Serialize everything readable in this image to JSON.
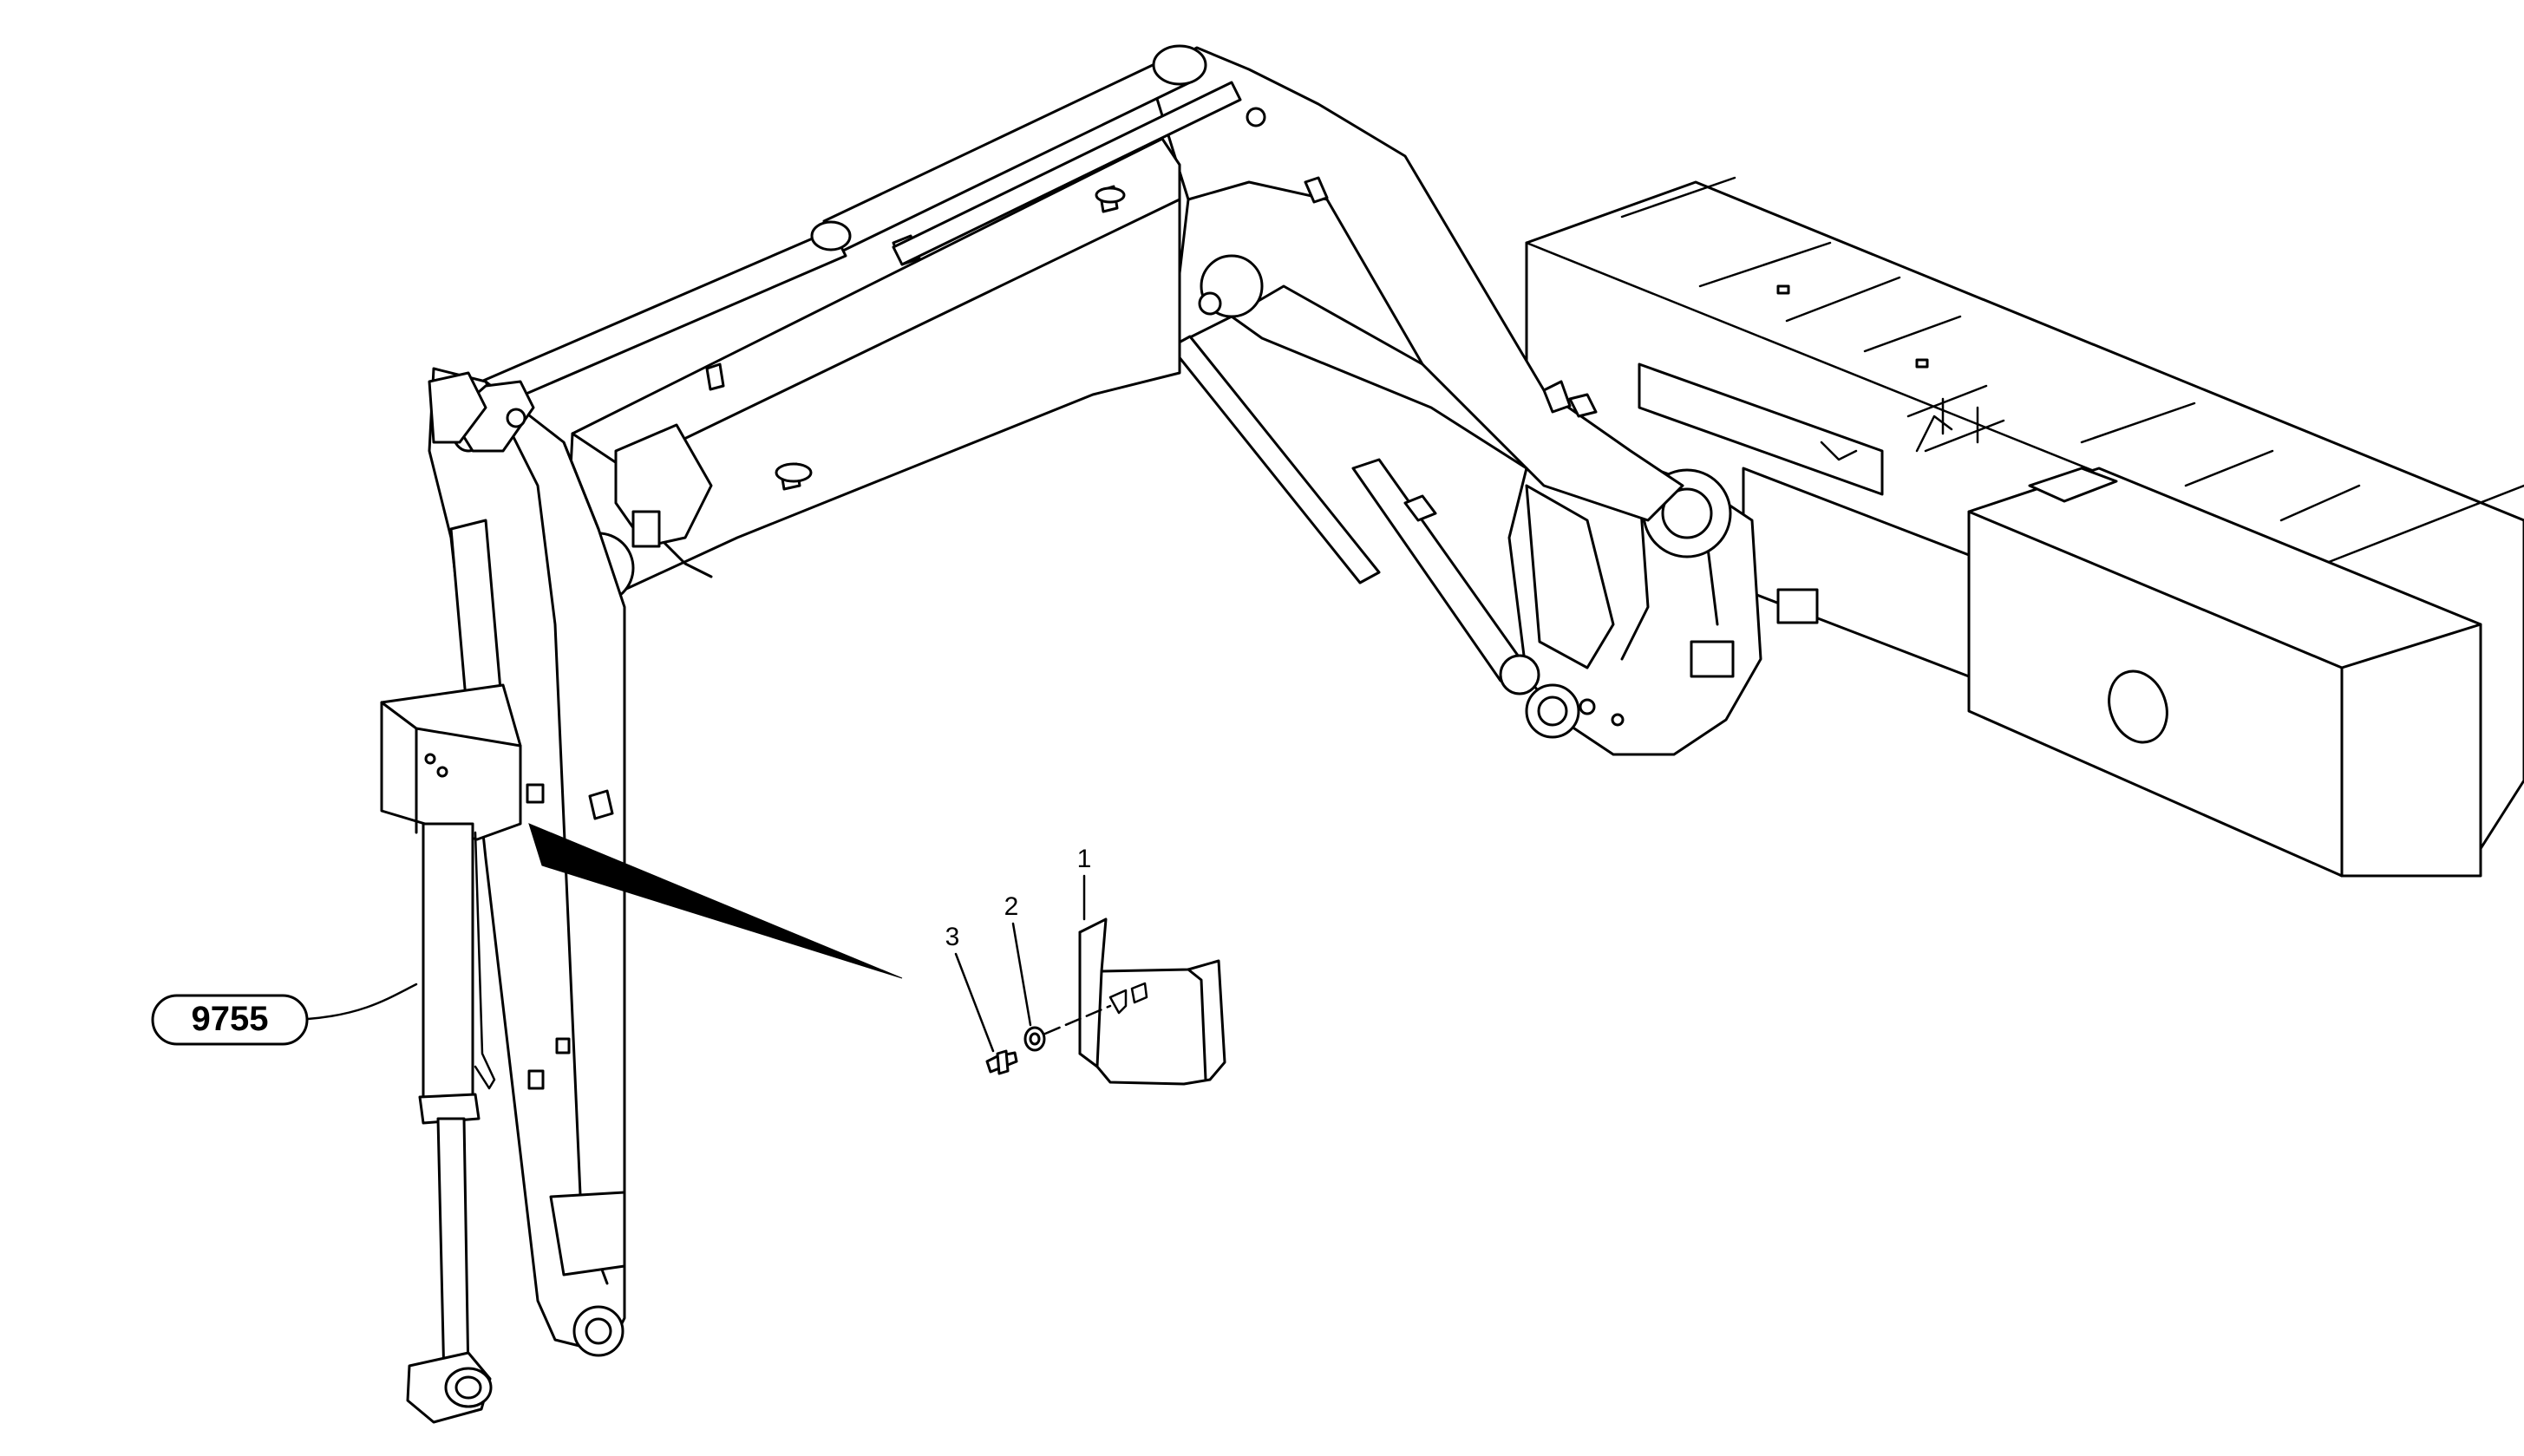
{
  "diagram": {
    "callouts": [
      {
        "id": "part-1",
        "label": "1"
      },
      {
        "id": "part-2",
        "label": "2"
      },
      {
        "id": "part-3",
        "label": "3"
      }
    ],
    "reference_badge": {
      "label": "9755"
    }
  }
}
